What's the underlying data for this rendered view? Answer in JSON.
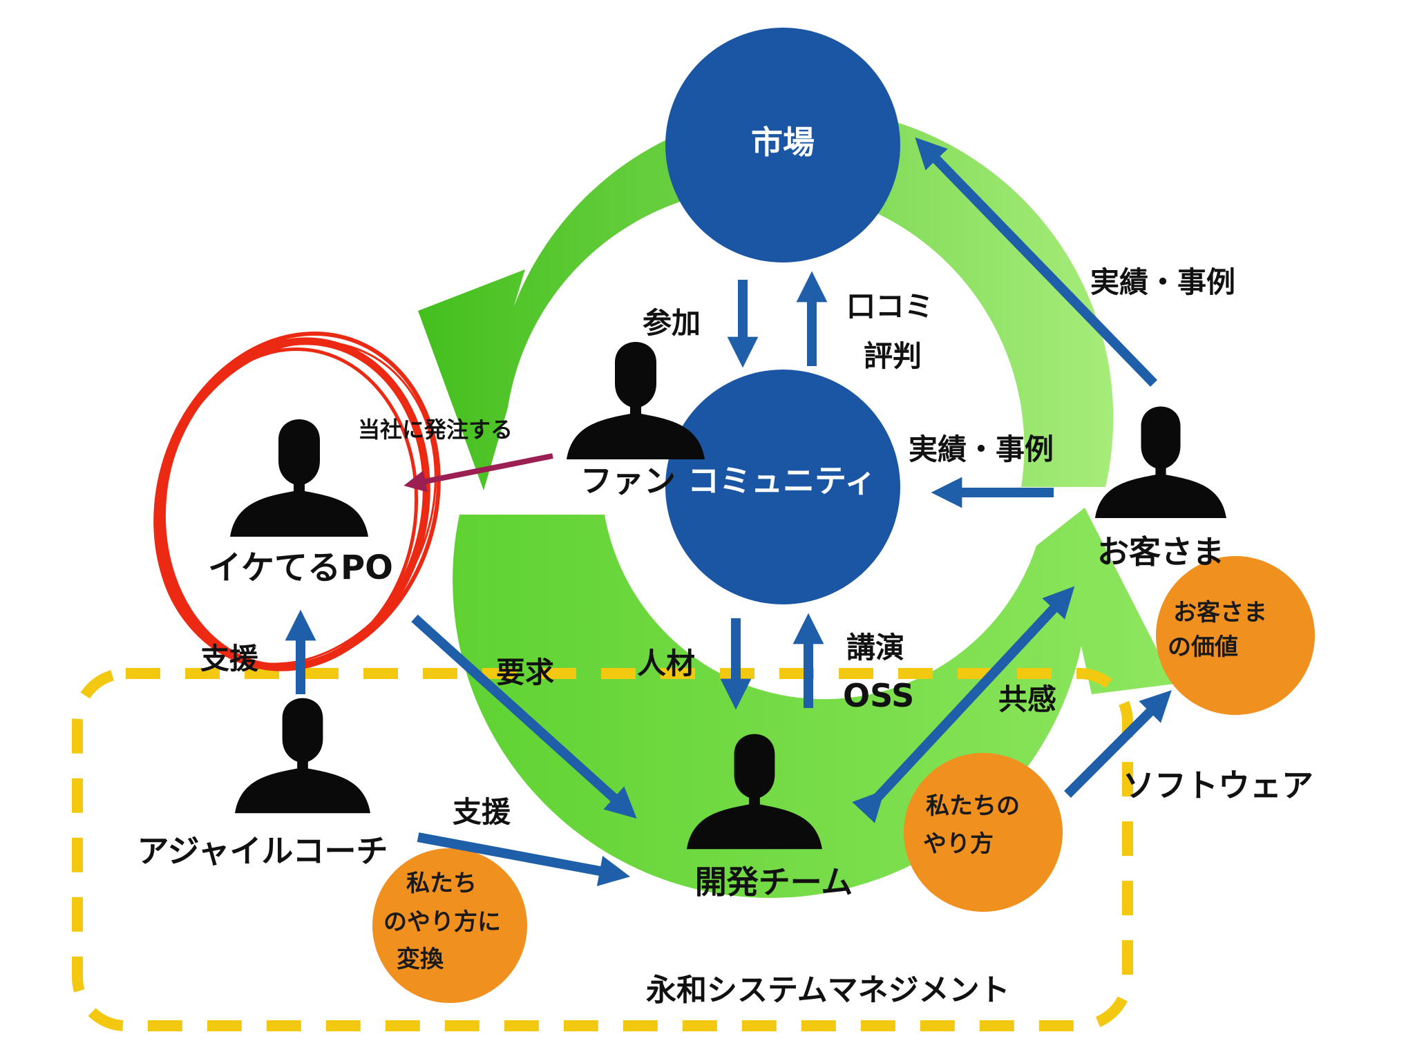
{
  "colors": {
    "green_light": "#a6ec7a",
    "green_dark": "#44bf1e",
    "blue_circle": "#1b56a4",
    "blue_arrow": "#1f5fa9",
    "orange": "#f0901e",
    "yellow_dash": "#f3c810",
    "red_scribble": "#ec2a14",
    "maroon_arrow": "#9b1f52"
  },
  "nodes": {
    "market": "市場",
    "community_prefix": "ファン",
    "community": "コミュニティ",
    "customer": "お客さま",
    "po": "イケてるPO",
    "coach": "アジャイルコーチ",
    "dev_team": "開発チーム"
  },
  "edges": {
    "join": "参加",
    "word_of_mouth": "口コミ",
    "reputation": "評判",
    "results_to_market": "実績・事例",
    "results_to_community": "実績・事例",
    "order_from_us": "当社に発注する",
    "talent": "人材",
    "talks": "講演",
    "oss": "OSS",
    "requirements": "要求",
    "empathy": "共感",
    "support_po": "支援",
    "support_dev": "支援",
    "software": "ソフトウェア"
  },
  "values": {
    "customer_value_1": "お客さま",
    "customer_value_2": "の価値",
    "our_way_1": "私たちの",
    "our_way_2": "やり方",
    "convert_1": "私たち",
    "convert_2": "のやり方に",
    "convert_3": "変換"
  },
  "company": "永和システムマネジメント"
}
